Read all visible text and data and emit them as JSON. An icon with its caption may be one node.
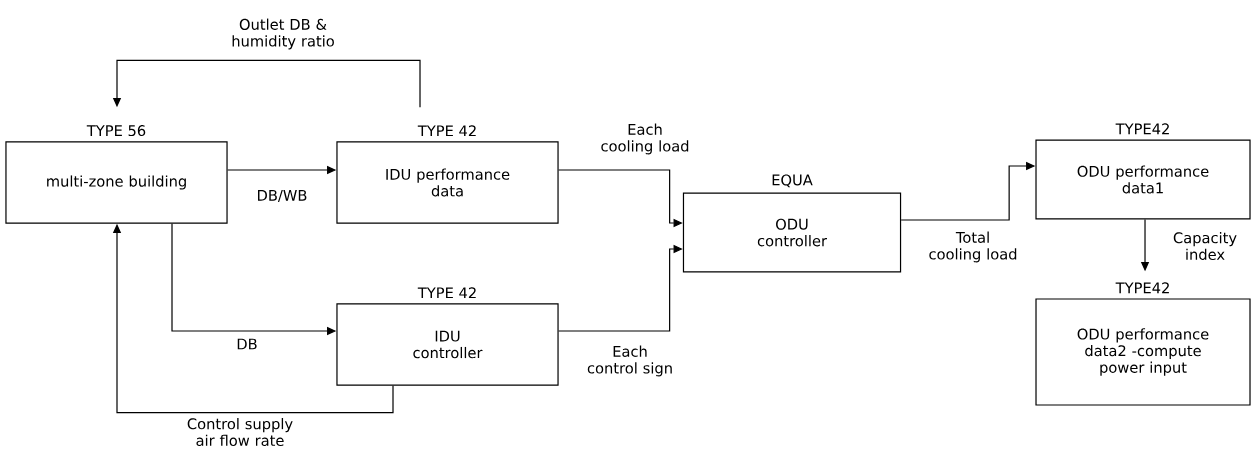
{
  "diagram": {
    "nodes": [
      {
        "text": [
          "TYPE 56",
          "multi-zone building"
        ]
      },
      {
        "text": [
          "TYPE 42",
          "IDU performance data"
        ]
      },
      {
        "text": [
          "TYPE 42",
          "IDU controller"
        ]
      },
      {
        "text": [
          "EQUA",
          "ODU controller"
        ]
      },
      {
        "text": [
          "TYPE42",
          "ODU performance data1"
        ]
      },
      {
        "text": [
          "TYPE42",
          "ODU performance data2 -compute power input"
        ]
      }
    ],
    "edges": [
      {
        "from": 1,
        "to": 0,
        "arrow": "to",
        "label": "Outlet DB & humidity ratio"
      },
      {
        "from": 0,
        "to": 1,
        "arrow": "to",
        "label": "DB/WB"
      },
      {
        "from": 0,
        "to": 2,
        "arrow": "to",
        "label": "DB"
      },
      {
        "from": 2,
        "to": 0,
        "arrow": "to",
        "label": "Control supply air flow rate"
      },
      {
        "from": 1,
        "to": 3,
        "arrow": "to",
        "label": "Each cooling load"
      },
      {
        "from": 2,
        "to": 3,
        "arrow": "to",
        "label": "Each control sign"
      },
      {
        "from": 3,
        "to": 4,
        "arrow": "to",
        "label": "Total cooling load"
      },
      {
        "from": 4,
        "to": 5,
        "arrow": "to",
        "label": "Capacity index"
      }
    ]
  }
}
